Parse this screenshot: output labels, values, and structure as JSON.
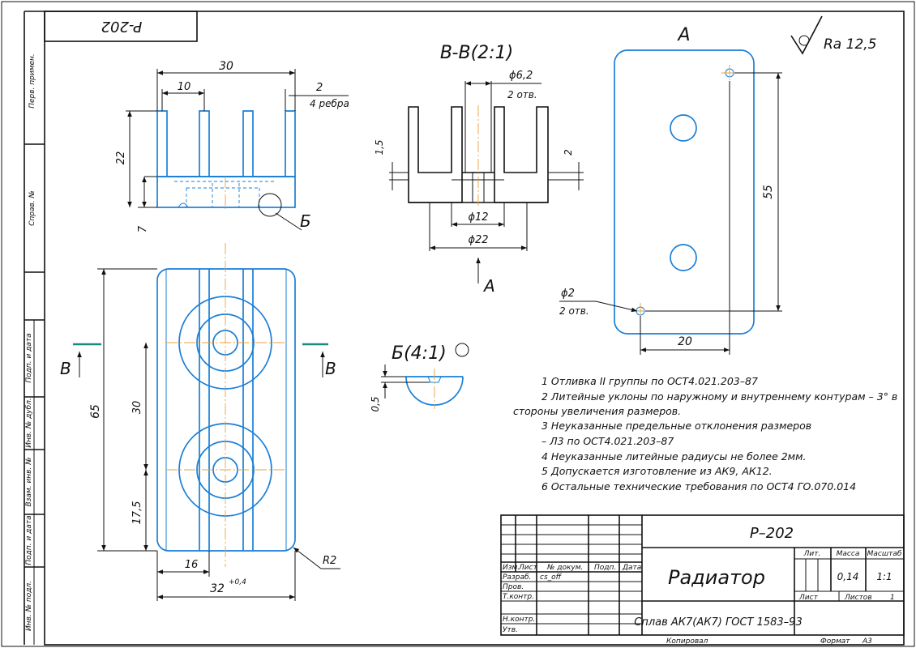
{
  "stamp_code": "P-202",
  "view_label_a": "A",
  "roughness": "Ra 12,5",
  "section_label": "B-B(2:1)",
  "detail_label": "Б(4:1)",
  "marker_b": "Б",
  "marker_v": "B",
  "top_view": {
    "d_width": "30",
    "d_pitch": "10",
    "d_fin": "2",
    "d_fins": "4 ребра",
    "d_height": "22",
    "d_base": "7"
  },
  "section": {
    "d_hole": "ϕ6,2",
    "d_holes": "2 отв.",
    "d_left": "1,5",
    "d_right": "2",
    "d_inner": "ϕ12",
    "d_outer": "ϕ22",
    "arrow_label": "A"
  },
  "plate": {
    "d_length": "55",
    "d_small_hole": "ϕ2",
    "d_small_holes": "2 отв.",
    "d_width": "20"
  },
  "main_view": {
    "d_height": "65",
    "d_between": "30",
    "d_bottom": "17,5",
    "d_fin_w": "16",
    "d_width": "32",
    "d_tol": "+0,4",
    "d_radius": "R2"
  },
  "detail": {
    "d_depth": "0,5"
  },
  "notes": [
    "1 Отливка II группы по ОСТ4.021.203–87",
    "2 Литейные уклоны по наружному и внутреннему контурам – 3° в",
    "стороны увеличения размеров.",
    "3 Неуказанные предельные отклонения размеров",
    "– Л3 по ОСТ4.021.203–87",
    "4 Неуказанные литейные радиусы не более 2мм.",
    "5 Допускается изготовление из АК9, АК12.",
    "6 Остальные технические требования по ОСТ4 ГО.070.014"
  ],
  "side_labels": [
    "Перв. примен.",
    "Справ. №",
    "Подп. и дата",
    "Инв. № дубл.",
    "Взам. инв. №",
    "Подп. и дата",
    "Инв. № подл."
  ],
  "title_block": {
    "doc_code": "P–202",
    "part_name": "Радиатор",
    "material": "Сплав АК7(АК7) ГОСТ 1583–93",
    "col_izm": "Изм.",
    "col_list": "Лист",
    "col_doc": "№ докум.",
    "col_sign": "Подп.",
    "col_date": "Дата",
    "row_razrab": "Разраб.",
    "razrab_name": "cs_off",
    "row_prov": "Пров.",
    "row_tkontr": "Т.контр.",
    "row_nkontr": "Н.контр.",
    "row_utv": "Утв.",
    "lit": "Лит.",
    "mass_label": "Масса",
    "scale_label": "Масштаб",
    "mass_value": "0,14",
    "scale_value": "1:1",
    "sheet_label": "Лист",
    "sheets_label": "Листов",
    "sheets_value": "1",
    "copied": "Копировал",
    "format_label": "Формат",
    "format_value": "А3"
  },
  "colors": {
    "part": "#1a7fd6",
    "center": "#e8a23c",
    "cut": "#1a8a7a",
    "frame": "#111111"
  }
}
